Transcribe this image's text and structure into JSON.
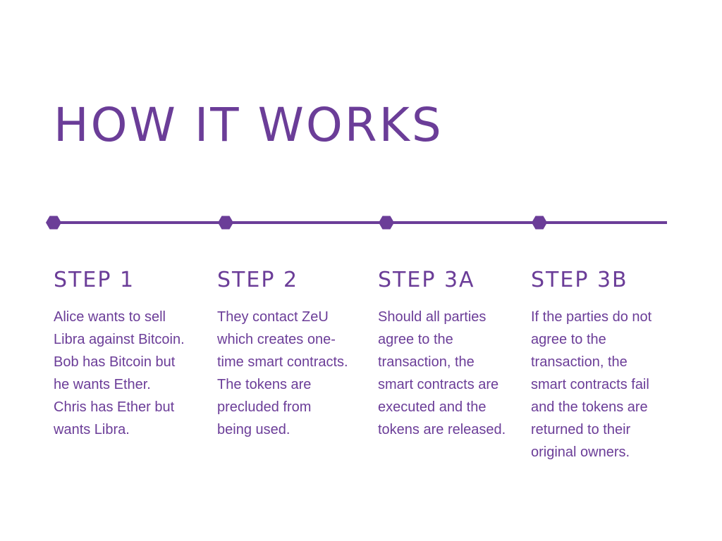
{
  "title": "HOW IT WORKS",
  "accent_color": "#6b3d98",
  "steps": [
    {
      "label": "STEP 1",
      "text": "Alice wants to sell Libra against Bitcoin. Bob has Bitcoin but he wants Ether. Chris has Ether but wants Libra."
    },
    {
      "label": "STEP 2",
      "text": "They contact ZeU which creates one-time smart contracts. The tokens are precluded from being used."
    },
    {
      "label": "STEP 3A",
      "text": "Should all parties agree to the transaction, the smart contracts are executed and the tokens are released."
    },
    {
      "label": "STEP 3B",
      "text": "If the parties do not agree to the transaction, the smart contracts fail and the tokens are returned to their original owners."
    }
  ]
}
